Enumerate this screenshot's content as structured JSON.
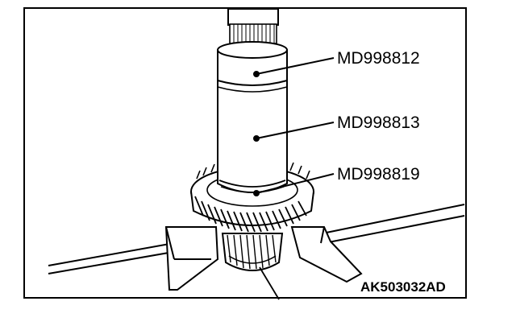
{
  "figure": {
    "callouts": [
      {
        "id": "upper-collar",
        "label": "MD998812"
      },
      {
        "id": "sleeve",
        "label": "MD998813"
      },
      {
        "id": "ring",
        "label": "MD998819"
      }
    ],
    "figure_code": "AK503032AD"
  },
  "colors": {
    "line": "#000000",
    "background": "#ffffff"
  }
}
